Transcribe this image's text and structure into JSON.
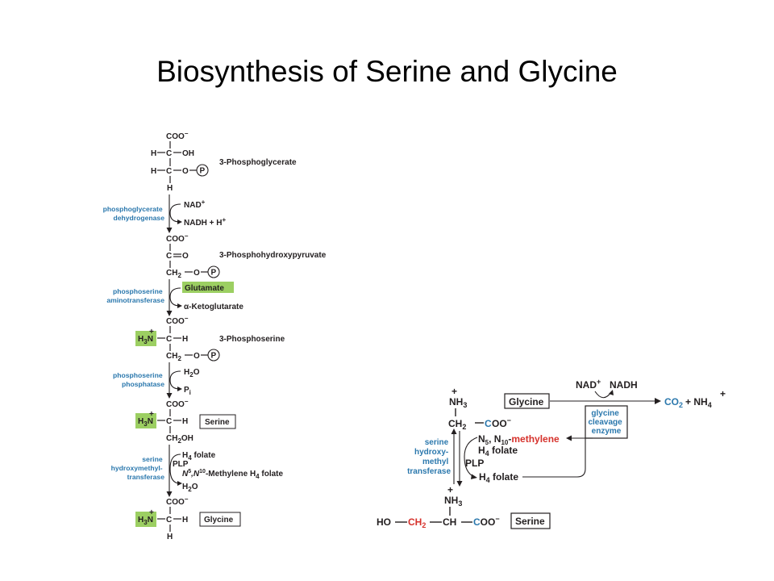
{
  "title": "Biosynthesis of Serine and Glycine",
  "left": {
    "coo": "COO",
    "minus": "−",
    "h": "H",
    "c": "C",
    "oh": "OH",
    "o": "O",
    "p": "P",
    "ch2": "CH",
    "sub2": "2",
    "ch2oh": "CH",
    "ch2oh_tail": "OH",
    "h3n": "H",
    "sub3": "3",
    "n": "N",
    "plus": "+",
    "compounds": {
      "c1": "3-Phosphoglycerate",
      "c2": "3-Phosphohydroxypyruvate",
      "c3": "3-Phosphoserine",
      "c4": "Serine",
      "c5": "Glycine"
    },
    "enzymes": {
      "e1_line1": "phosphoglycerate",
      "e1_line2": "dehydrogenase",
      "e2_line1": "phosphoserine",
      "e2_line2": "aminotransferase",
      "e3_line1": "phosphoserine",
      "e3_line2": "phosphatase",
      "e4_line1": "serine",
      "e4_line2": "hydroxymethyl-",
      "e4_line3": "transferase"
    },
    "cofactors": {
      "nad": "NAD",
      "nadh": "NADH + H",
      "glutamate": "Glutamate",
      "akg": "α-Ketoglutarate",
      "h2o": "H",
      "h2o_tail": "O",
      "pi": "P",
      "pi_sub": "i",
      "h4folate": "H",
      "h4folate_sub": "4",
      "h4folate_tail": " folate",
      "plp": "PLP",
      "methylene_n5": "N",
      "methylene_sup5": "5",
      "methylene_comma": ",N",
      "methylene_sup10": "10",
      "methylene_tail": "-Methylene H",
      "methylene_sub4": "4",
      "methylene_end": " folate"
    }
  },
  "right": {
    "nh3": "NH",
    "sub3": "3",
    "plus": "+",
    "ch2": "CH",
    "sub2": "2",
    "coo": "COO",
    "minus": "−",
    "glycine": "Glycine",
    "serine": "Serine",
    "nad": "NAD",
    "nadh": "NADH",
    "co2": "CO",
    "co2_sub": "2",
    "nh4": "+ NH",
    "nh4_sub": "4",
    "gce_line1": "glycine",
    "gce_line2": "cleavage",
    "gce_line3": "enzyme",
    "shmt_line1": "serine",
    "shmt_line2": "hydroxy-",
    "shmt_line3": "methyl",
    "shmt_line4": "transferase",
    "n5n10_a": "N",
    "n5n10_sub5": "5",
    "n5n10_b": ", N",
    "n5n10_sub10": "10",
    "n5n10_c": "-",
    "methylene": "methylene",
    "h4folate": "H",
    "h4folate_sub": "4",
    "h4folate_tail": " folate",
    "plp": "PLP",
    "ho": "HO",
    "ch": "CH"
  }
}
